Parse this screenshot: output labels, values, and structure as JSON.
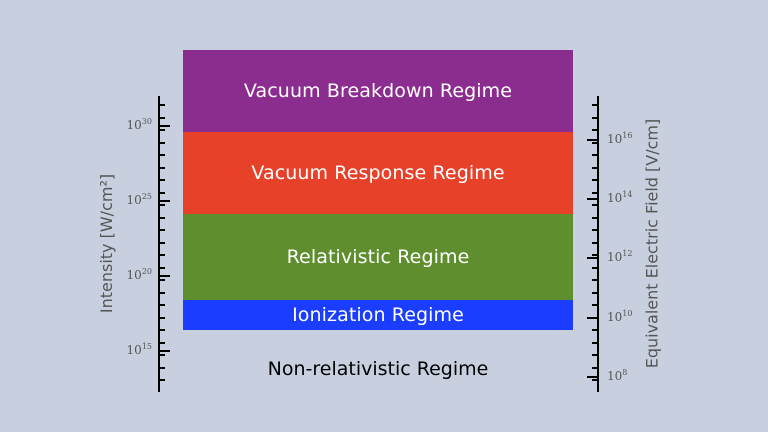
{
  "regimes": {
    "vacuum_breakdown": "Vacuum Breakdown Regime",
    "vacuum_response": "Vacuum Response Regime",
    "relativistic": "Relativistic Regime",
    "ionization": "Ionization Regime",
    "non_relativistic": "Non-relativistic Regime"
  },
  "colors": {
    "vacuum_breakdown": "#8b2d8f",
    "vacuum_response": "#e8412a",
    "relativistic": "#5e8e2d",
    "ionization": "#1a3dff",
    "background": "#c8d0e0"
  },
  "left_axis": {
    "title": "Intensity [W/cm²]",
    "tick_base": "10",
    "tick_exponents": [
      "30",
      "25",
      "20",
      "15"
    ]
  },
  "right_axis": {
    "title": "Equivalent Electric Field  [V/cm]",
    "tick_base": "10",
    "tick_exponents": [
      "16",
      "14",
      "12",
      "10",
      "8"
    ]
  }
}
